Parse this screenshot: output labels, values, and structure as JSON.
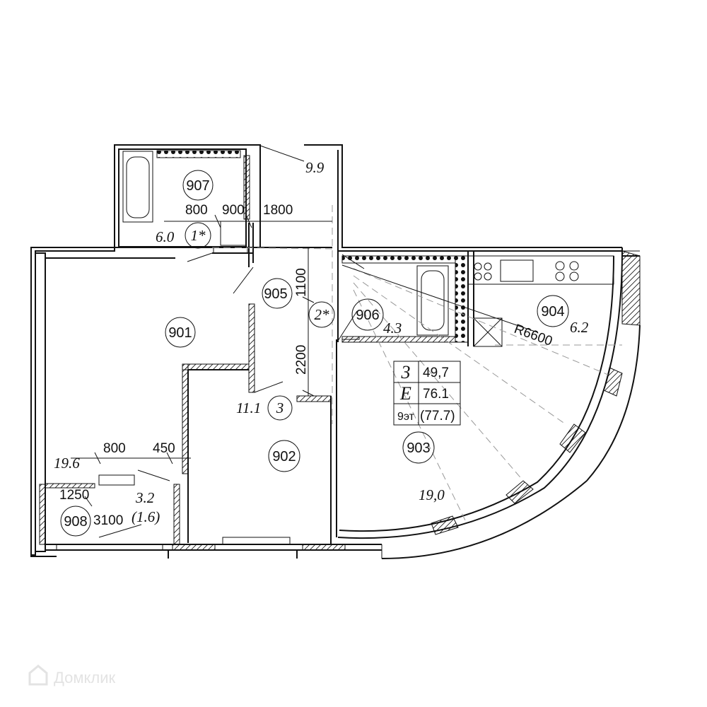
{
  "rooms": {
    "r907": "907",
    "r905": "905",
    "r901": "901",
    "r906": "906",
    "r904": "904",
    "r902": "902",
    "r903": "903",
    "r908": "908",
    "note1": "1*",
    "note2": "2*",
    "note3": "3"
  },
  "dimensions": {
    "d800_top": "800",
    "d900": "900",
    "d1800": "1800",
    "d1100": "1100",
    "d2200": "2200",
    "d800_bottom": "800",
    "d450": "450",
    "d1250": "1250",
    "d3100": "3100",
    "radius": "R6600"
  },
  "areas": {
    "a9_9": "9.9",
    "a6_0": "6.0",
    "a4_3": "4.3",
    "a6_2": "6.2",
    "a11_1": "11.1",
    "a19_6": "19.6",
    "a3_2": "3.2",
    "a1_6": "(1.6)",
    "a19_0": "19,0"
  },
  "summary": {
    "rooms_count": "3",
    "living_area": "49,7",
    "type_letter": "E",
    "total_area": "76.1",
    "floor": "9эт",
    "total_with_balcony": "(77.7)"
  },
  "watermark": {
    "brand": "Домклик"
  }
}
